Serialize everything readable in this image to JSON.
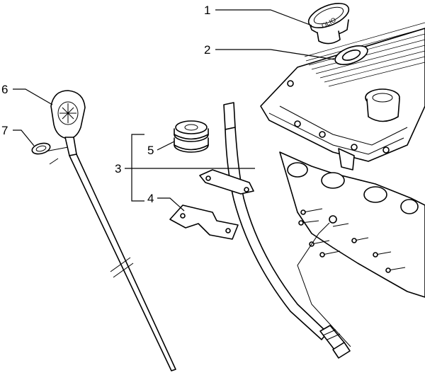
{
  "callouts": [
    {
      "id": "1",
      "label": "1"
    },
    {
      "id": "2",
      "label": "2"
    },
    {
      "id": "3",
      "label": "3"
    },
    {
      "id": "4",
      "label": "4"
    },
    {
      "id": "5",
      "label": "5"
    },
    {
      "id": "6",
      "label": "6"
    },
    {
      "id": "7",
      "label": "7"
    }
  ],
  "cap_text": "OLIO",
  "colors": {
    "line": "#000000",
    "background": "#ffffff"
  }
}
